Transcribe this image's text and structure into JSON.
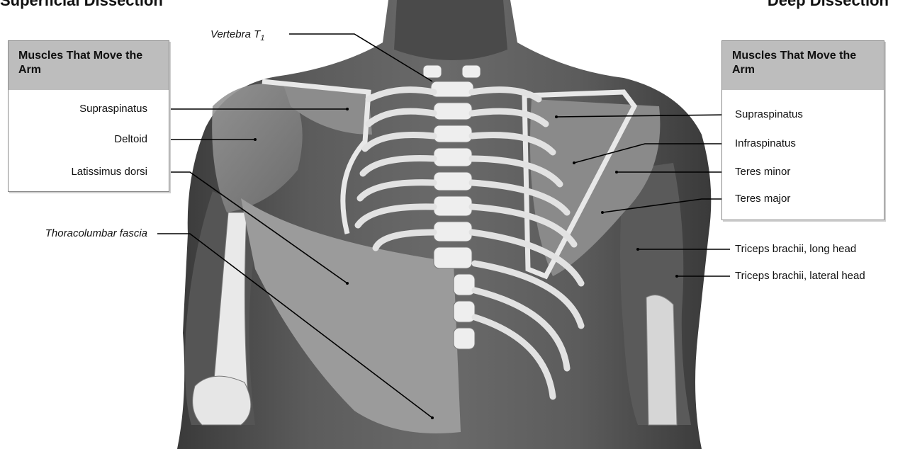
{
  "titles": {
    "left": "Superficial Dissection",
    "right": "Deep Dissection"
  },
  "legends": {
    "left": {
      "heading": "Muscles That Move the Arm"
    },
    "right": {
      "heading": "Muscles That Move the Arm"
    }
  },
  "labels": {
    "vertebra": "Vertebra T",
    "vertebra_sub": "1",
    "left": {
      "supraspinatus": "Supraspinatus",
      "deltoid": "Deltoid",
      "latissimus": "Latissimus dorsi",
      "thoracolumbar": "Thoracolumbar fascia"
    },
    "right": {
      "supraspinatus": "Supraspinatus",
      "infraspinatus": "Infraspinatus",
      "teres_minor": "Teres minor",
      "teres_major": "Teres major",
      "triceps_long": "Triceps brachii, long head",
      "triceps_lateral": "Triceps brachii, lateral head"
    }
  }
}
